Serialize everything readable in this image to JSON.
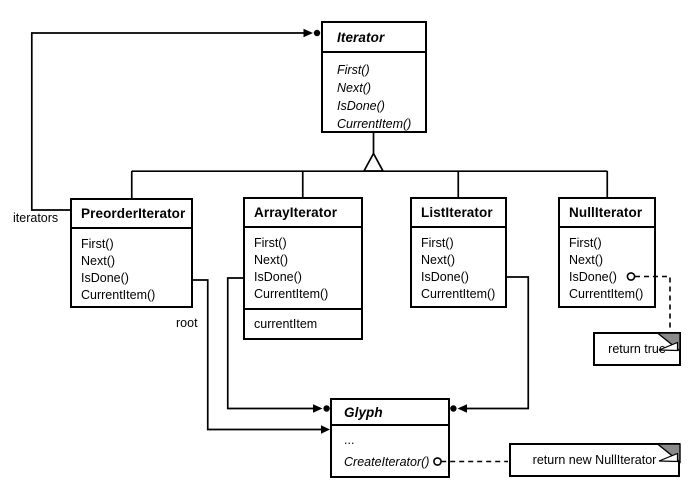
{
  "classes": {
    "iterator": {
      "name": "Iterator",
      "abstract": true,
      "methods": [
        "First()",
        "Next()",
        "IsDone()",
        "CurrentItem()"
      ]
    },
    "preorder_iterator": {
      "name": "PreorderIterator",
      "abstract": false,
      "methods": [
        "First()",
        "Next()",
        "IsDone()",
        "CurrentItem()"
      ]
    },
    "array_iterator": {
      "name": "ArrayIterator",
      "abstract": false,
      "methods": [
        "First()",
        "Next()",
        "IsDone()",
        "CurrentItem()"
      ],
      "attributes": [
        "currentItem"
      ]
    },
    "list_iterator": {
      "name": "ListIterator",
      "abstract": false,
      "methods": [
        "First()",
        "Next()",
        "IsDone()",
        "CurrentItem()"
      ]
    },
    "null_iterator": {
      "name": "NullIterator",
      "abstract": false,
      "methods": [
        "First()",
        "Next()",
        "IsDone()",
        "CurrentItem()"
      ]
    },
    "glyph": {
      "name": "Glyph",
      "abstract": true,
      "methods": [
        "...",
        "CreateIterator()"
      ]
    }
  },
  "relation_labels": {
    "iterators": "iterators",
    "root": "root"
  },
  "notes": {
    "null_isdone": "return true",
    "glyph_createiterator": "return new NullIterator"
  },
  "colors": {
    "line": "#000000",
    "background": "#ffffff",
    "note_fold": "#8a8a8a"
  }
}
